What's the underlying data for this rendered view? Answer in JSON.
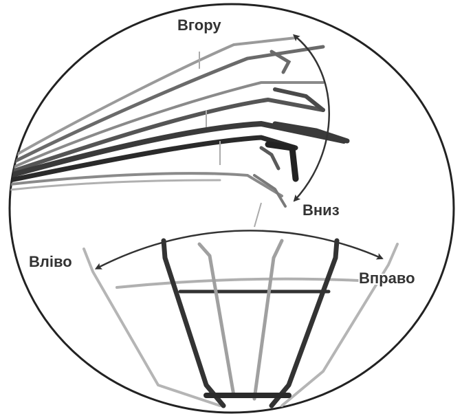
{
  "labels": {
    "up": "Вгору",
    "down": "Вниз",
    "left": "Вліво",
    "right": "Вправо"
  },
  "colors": {
    "background": "#ffffff",
    "circle_border": "#222222",
    "instrument_dark": "#3a3a3a",
    "instrument_light": "#8a8a8a",
    "arrow": "#333333"
  }
}
